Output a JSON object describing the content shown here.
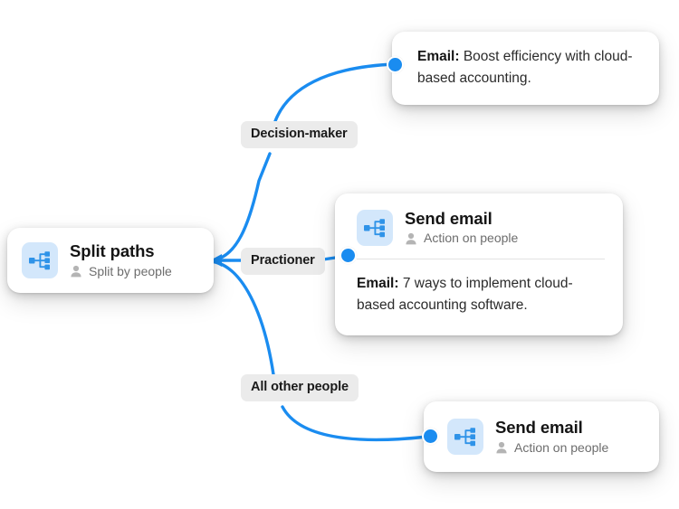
{
  "diagram": {
    "type": "workflow-branch-diagram",
    "accent_color": "#1a8cf0",
    "icon_tile_color": "#d3e7fb",
    "label_pill_color": "#ebebeb",
    "canvas_background": "#ffffff"
  },
  "source_node": {
    "title": "Split paths",
    "subtitle": "Split by people",
    "icon": "split-paths-icon",
    "person_icon": "person-icon"
  },
  "branches": [
    {
      "id": "decision-maker",
      "label": "Decision-maker",
      "target": "email-top"
    },
    {
      "id": "practioner",
      "label": "Practioner",
      "target": "send-email-mid"
    },
    {
      "id": "all-other-people",
      "label": "All other people",
      "target": "send-email-bottom"
    }
  ],
  "targets": {
    "email_top": {
      "body_label": "Email:",
      "body_text": " Boost efficiency with cloud-based accounting."
    },
    "send_email_mid": {
      "title": "Send email",
      "subtitle": "Action on people",
      "icon": "split-paths-icon",
      "person_icon": "person-icon",
      "body_label": "Email:",
      "body_text": " 7 ways to implement cloud-based accounting software."
    },
    "send_email_bottom": {
      "title": "Send email",
      "subtitle": "Action on people",
      "icon": "split-paths-icon",
      "person_icon": "person-icon"
    }
  }
}
